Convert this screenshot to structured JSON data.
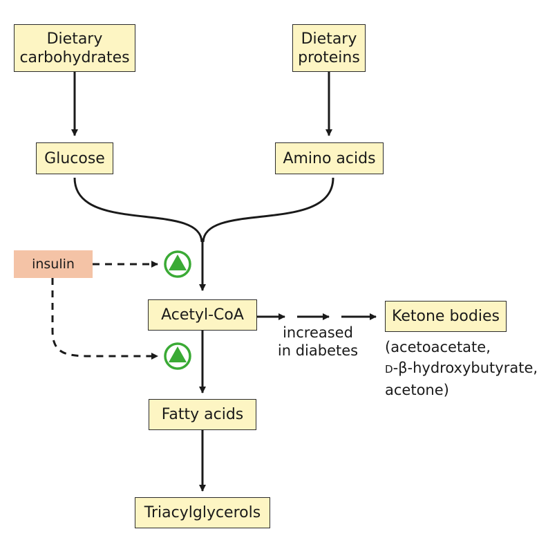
{
  "boxes": {
    "dietary_carbs": [
      "Dietary",
      "carbohydrates"
    ],
    "dietary_proteins": [
      "Dietary",
      "proteins"
    ],
    "glucose": "Glucose",
    "amino_acids": "Amino acids",
    "acetyl_coa": "Acetyl-CoA",
    "ketone_bodies": "Ketone bodies",
    "fatty_acids": "Fatty acids",
    "triacylglycerols": "Triacylglycerols"
  },
  "regulator": {
    "label": "insulin",
    "color": "#f4c3a6"
  },
  "pathway_note": [
    "increased",
    "in diabetes"
  ],
  "ketone_examples": {
    "line1": "(acetoacetate,",
    "line2_prefix": "D",
    "line2_rest": "-β-hydroxybutyrate,",
    "line3": "acetone)"
  },
  "colors": {
    "box_fill": "#fdf5c3",
    "stimulation": "#3aaa35",
    "regulator": "#f4c3a6"
  },
  "icons": {
    "stimulation": "up-triangle-in-circle-icon"
  }
}
